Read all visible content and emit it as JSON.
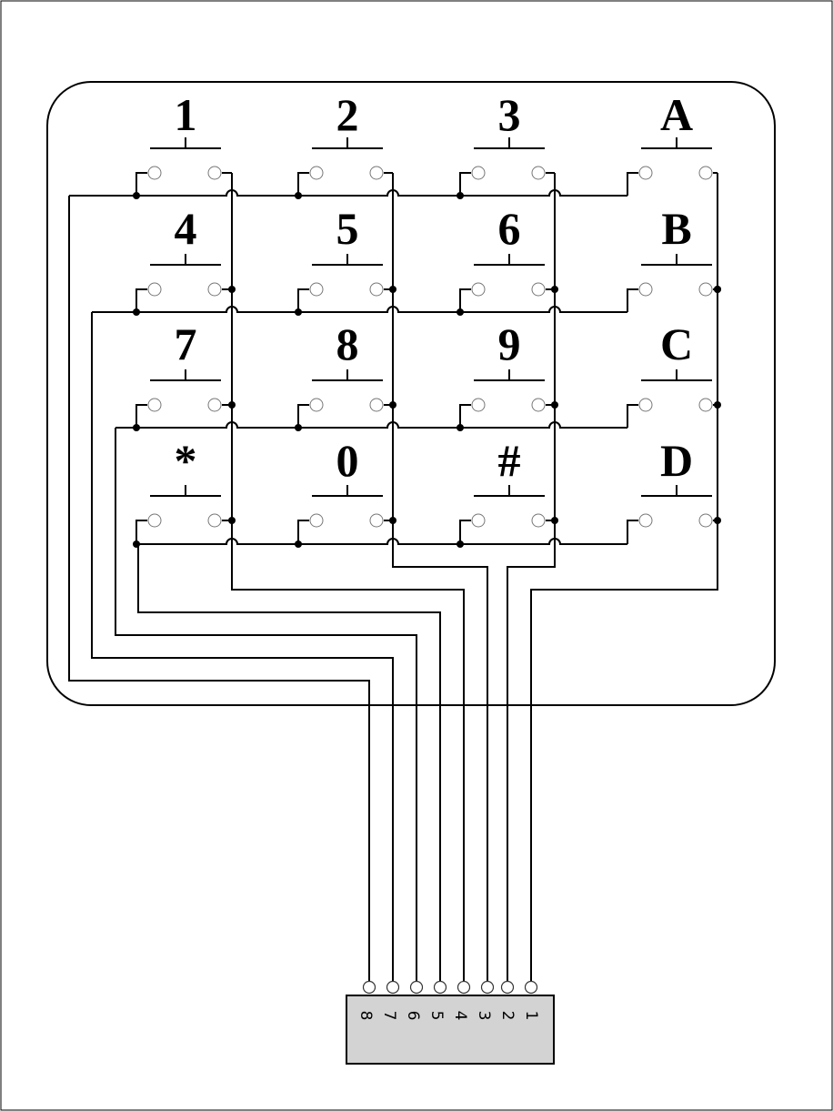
{
  "keypad": {
    "keys": [
      [
        "1",
        "2",
        "3",
        "A"
      ],
      [
        "4",
        "5",
        "6",
        "B"
      ],
      [
        "7",
        "8",
        "9",
        "C"
      ],
      [
        "*",
        "0",
        "#",
        "D"
      ]
    ]
  },
  "connector": {
    "pins": [
      "8",
      "7",
      "6",
      "5",
      "4",
      "3",
      "2",
      "1"
    ]
  }
}
